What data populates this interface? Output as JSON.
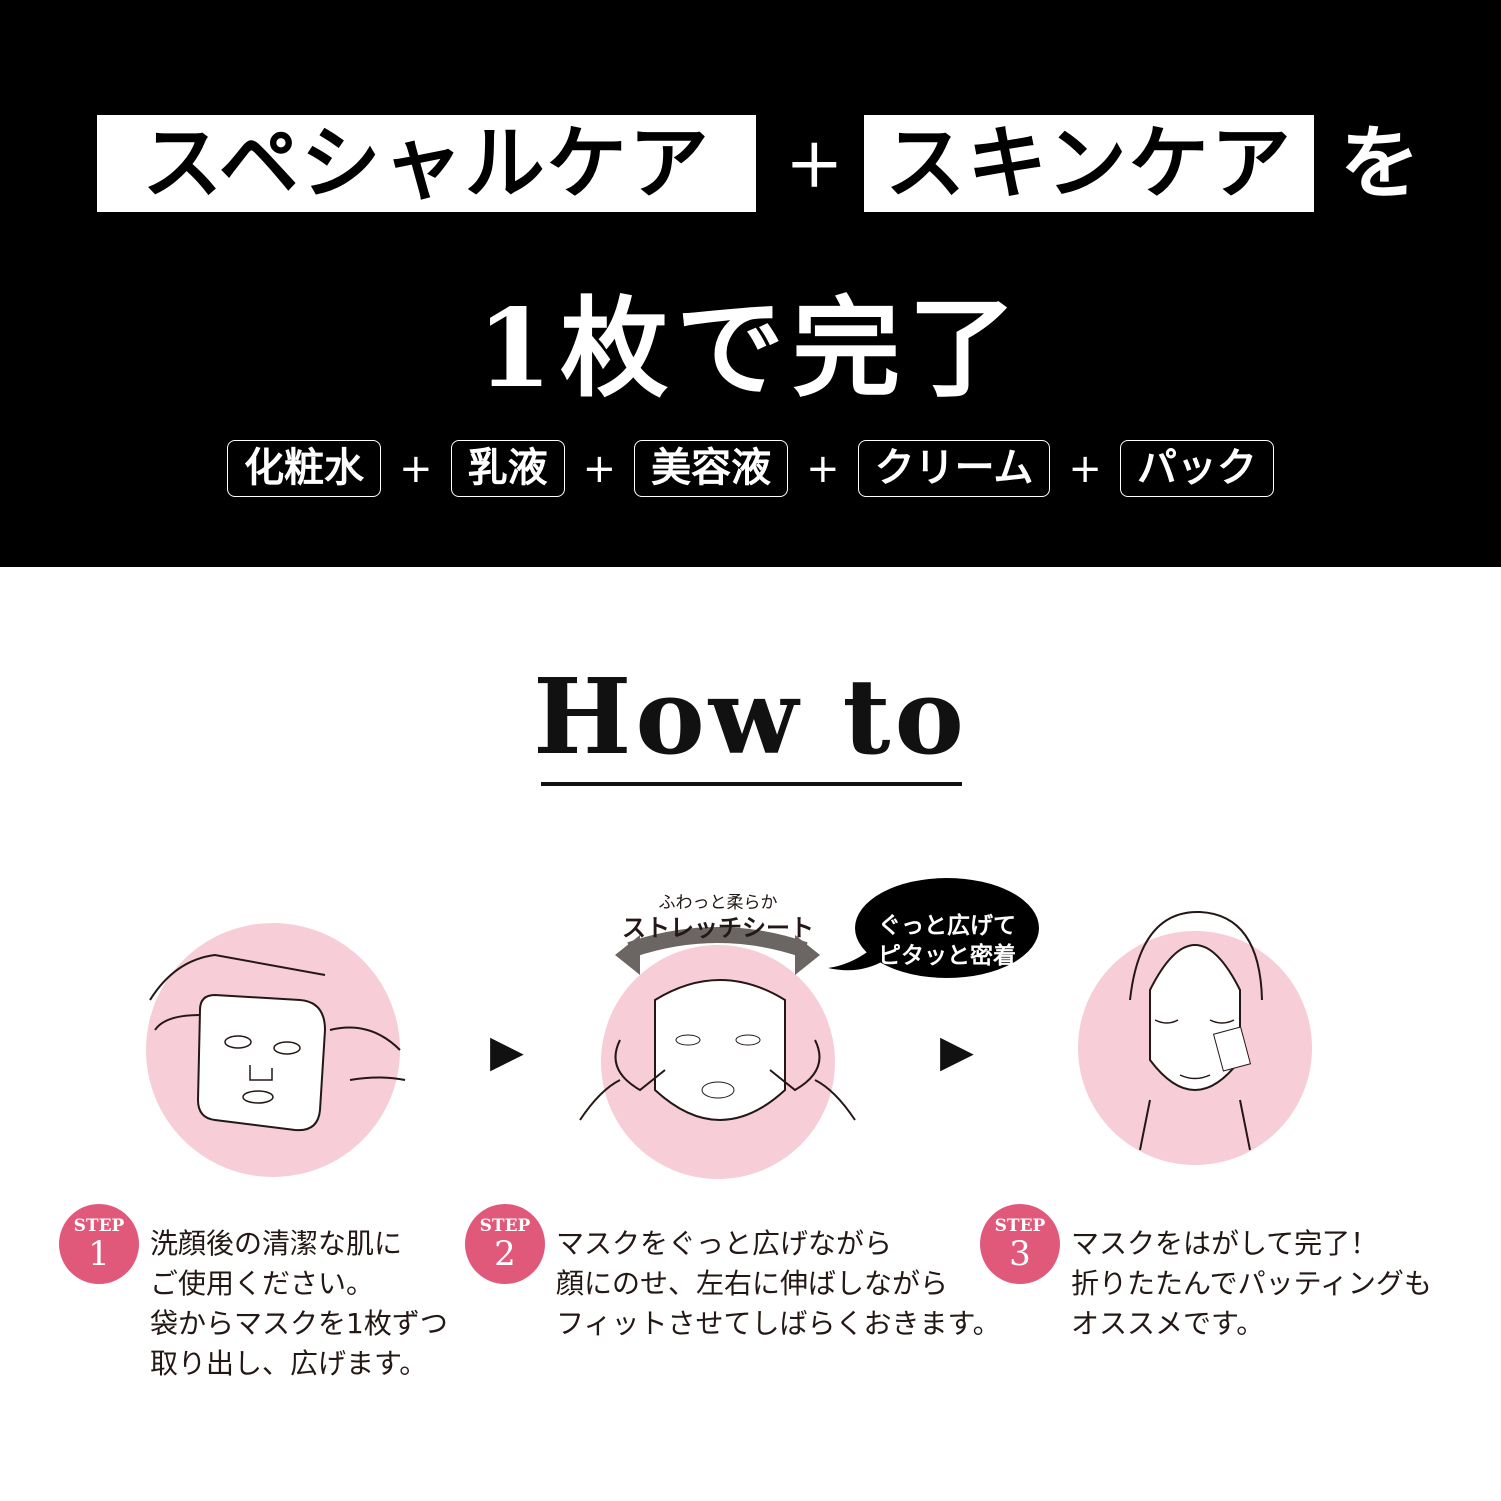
{
  "headline": {
    "box1": "スペシャルケア",
    "plus": "+",
    "box2": "スキンケア",
    "particle": "を",
    "line2": "1枚で完了"
  },
  "items": [
    "化粧水",
    "乳液",
    "美容液",
    "クリーム",
    "パック"
  ],
  "item_separator": "+",
  "how_to": {
    "title": "How to"
  },
  "illustration": {
    "stretch_small": "ふわっと柔らか",
    "stretch_big": "ストレッチシート",
    "bubble_line1": "ぐっと広げて",
    "bubble_line2": "ピタッと密着"
  },
  "colors": {
    "badge": "#e0587a",
    "circle": "#f7cdd8",
    "band": "#000000"
  },
  "steps": [
    {
      "label": "STEP",
      "number": "1",
      "lines": [
        "洗顔後の清潔な肌に",
        "ご使用ください。",
        "袋からマスクを1枚ずつ",
        "取り出し、広げます。"
      ]
    },
    {
      "label": "STEP",
      "number": "2",
      "lines": [
        "マスクをぐっと広げながら",
        "顔にのせ、左右に伸ばしながら",
        "フィットさせてしばらくおきます。"
      ]
    },
    {
      "label": "STEP",
      "number": "3",
      "lines": [
        "マスクをはがして完了！",
        "折りたたんでパッティングも",
        "オススメです。"
      ]
    }
  ]
}
